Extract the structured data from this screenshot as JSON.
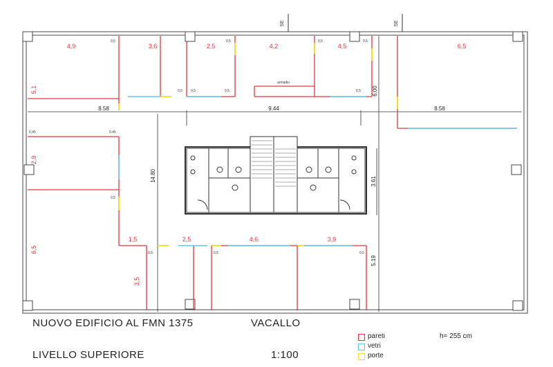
{
  "section_marks": [
    "SE",
    "SE"
  ],
  "room_dims": [
    "4,9",
    "3,6",
    "2,5",
    "4,2",
    "4,5",
    "6,5",
    "5,1",
    "2,9",
    "6,5",
    "1,5",
    "2,5",
    "4,6",
    "3,9",
    "3,5"
  ],
  "small_dims": [
    "0,5",
    "0,5",
    "0,5",
    "0,5",
    "0,5",
    "0,5",
    "0,5",
    "0,5",
    "0,45",
    "0,45",
    "0,5",
    "0,5",
    "0,5",
    "0,5"
  ],
  "overall_dims": [
    "8.58",
    "9.44",
    "8.58",
    "14.80",
    "3.61",
    "5.19",
    "6.00"
  ],
  "note_armadio": "armadio",
  "title_line1": "NUOVO EDIFICIO AL FMN  1375",
  "title_place": "VACALLO",
  "title_line2": "LIVELLO  SUPERIORE",
  "scale": "1:100",
  "height_note": "h= 255 cm",
  "legend": [
    {
      "label": "pareti",
      "color": "#e8323c"
    },
    {
      "label": "vetri",
      "color": "#5bc8f0"
    },
    {
      "label": "porte",
      "color": "#f0e020"
    }
  ],
  "colors": {
    "wall": "#e8323c",
    "glass": "#5bc8f0",
    "door": "#f0e020",
    "structure": "#333333"
  }
}
